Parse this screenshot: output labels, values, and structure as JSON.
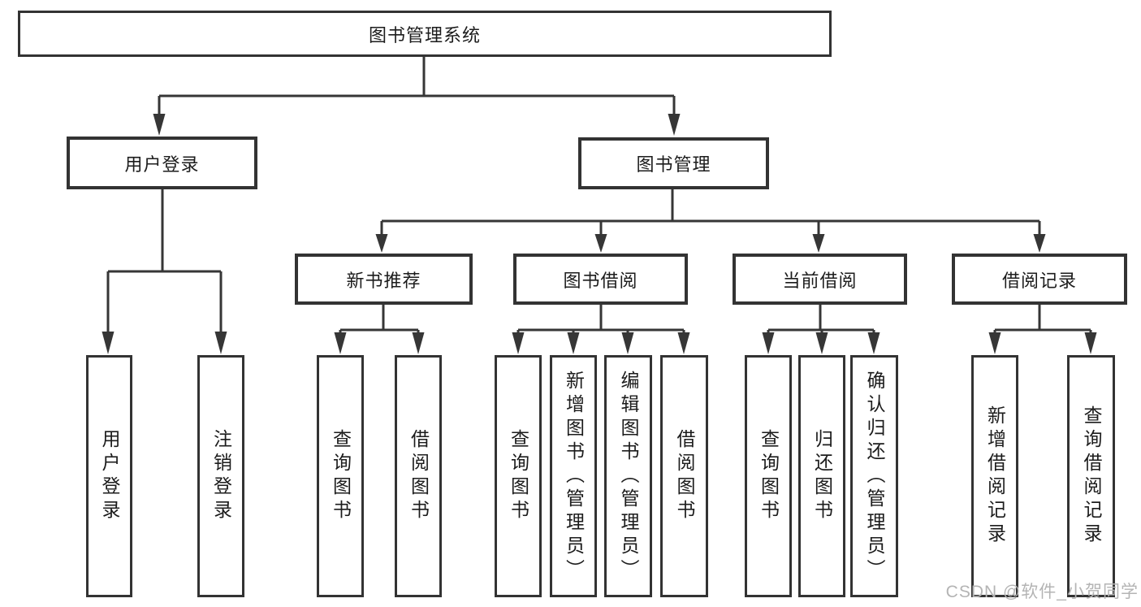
{
  "diagram": {
    "type": "tree",
    "title": "图书管理系统",
    "nodes": {
      "root": "图书管理系统",
      "user_login": "用户登录",
      "book_mgmt": "图书管理",
      "new_book_rec": "新书推荐",
      "book_borrow": "图书借阅",
      "current_borrow": "当前借阅",
      "borrow_records": "借阅记录",
      "leaf_user_login": "用户登录",
      "leaf_logout": "注销登录",
      "leaf_nbr_query": "查询图书",
      "leaf_nbr_borrow": "借阅图书",
      "leaf_bb_query": "查询图书",
      "leaf_bb_add": "新增图书（管理员）",
      "leaf_bb_edit": "编辑图书（管理员）",
      "leaf_bb_borrow": "借阅图书",
      "leaf_cb_query": "查询图书",
      "leaf_cb_return": "归还图书",
      "leaf_cb_confirm": "确认归还（管理员）",
      "leaf_br_add": "新增借阅记录",
      "leaf_br_query": "查询借阅记录"
    },
    "edges": [
      [
        "图书管理系统",
        "用户登录"
      ],
      [
        "图书管理系统",
        "图书管理"
      ],
      [
        "用户登录",
        "用户登录"
      ],
      [
        "用户登录",
        "注销登录"
      ],
      [
        "图书管理",
        "新书推荐"
      ],
      [
        "图书管理",
        "图书借阅"
      ],
      [
        "图书管理",
        "当前借阅"
      ],
      [
        "图书管理",
        "借阅记录"
      ],
      [
        "新书推荐",
        "查询图书"
      ],
      [
        "新书推荐",
        "借阅图书"
      ],
      [
        "图书借阅",
        "查询图书"
      ],
      [
        "图书借阅",
        "新增图书（管理员）"
      ],
      [
        "图书借阅",
        "编辑图书（管理员）"
      ],
      [
        "图书借阅",
        "借阅图书"
      ],
      [
        "当前借阅",
        "查询图书"
      ],
      [
        "当前借阅",
        "归还图书"
      ],
      [
        "当前借阅",
        "确认归还（管理员）"
      ],
      [
        "借阅记录",
        "新增借阅记录"
      ],
      [
        "借阅记录",
        "查询借阅记录"
      ]
    ]
  },
  "watermark": {
    "text": "CSDN @软件_小贺同学"
  },
  "colors": {
    "line": "#363636",
    "box_border": "#333333",
    "text": "#1c1c1c",
    "watermark": "#b4b4b4",
    "background": "#ffffff"
  }
}
